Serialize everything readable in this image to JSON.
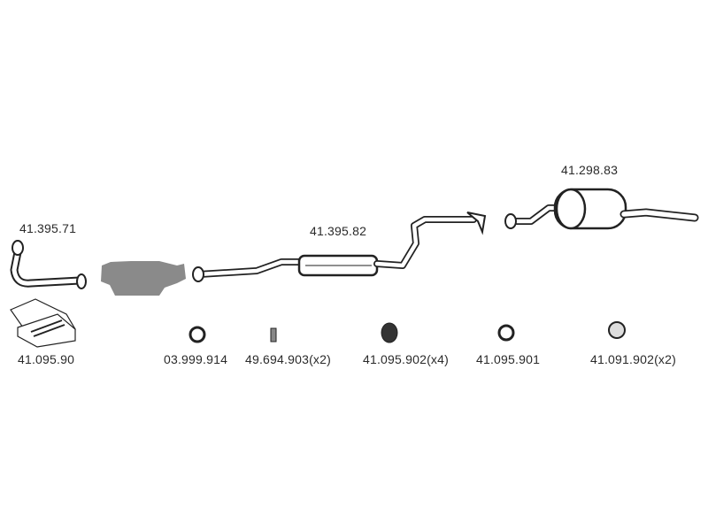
{
  "parts": {
    "front_pipe": "41.395.71",
    "center_pipe": "41.395.82",
    "rear_silencer": "41.298.83",
    "mounting_kit": "41.095.90",
    "ring_1": "03.999.914",
    "spring": "49.694.903(x2)",
    "rubber_mount_1": "41.095.902(x4)",
    "ring_2": "41.095.901",
    "rubber_mount_2": "41.091.902(x2)"
  },
  "colors": {
    "line": "#222222",
    "catalyst": "#8a8a8a",
    "text": "#2a2a2a"
  }
}
